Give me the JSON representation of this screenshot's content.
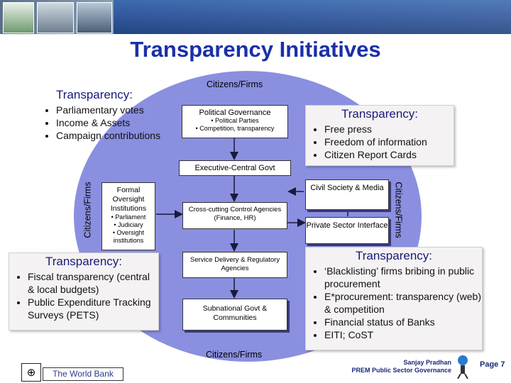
{
  "title": "Transparency Initiatives",
  "diagram": {
    "top_label": "Citizens/Firms",
    "bottom_label": "Citizens/Firms",
    "left_label": "Citizens/Firms",
    "right_label": "Citizens/Firms",
    "political": {
      "heading": "Political Governance",
      "lines": [
        "• Political Parties",
        "• Competition, transparency"
      ]
    },
    "executive": "Executive-Central Govt",
    "oversight": {
      "heading": "Formal Oversight Institutions",
      "lines": [
        "• Parliament",
        "• Judiciary",
        "• Oversight institutions"
      ]
    },
    "crosscutting": "Cross-cutting Control Agencies (Finance, HR)",
    "service": "Service Delivery & Regulatory Agencies",
    "subnational": "Subnational Govt & Communities",
    "civil": "Civil Society & Media",
    "private": "Private Sector Interface"
  },
  "panels": {
    "top_left": {
      "heading": "Transparency:",
      "items": [
        "Parliamentary votes",
        "Income & Assets",
        "Campaign contributions"
      ]
    },
    "top_right": {
      "heading": "Transparency:",
      "items": [
        "Free press",
        "Freedom of information",
        "Citizen Report Cards"
      ]
    },
    "bottom_left": {
      "heading": "Transparency:",
      "items": [
        "Fiscal transparency (central & local budgets)",
        "Public Expenditure Tracking Surveys (PETS)"
      ]
    },
    "bottom_right": {
      "heading": "Transparency:",
      "items": [
        "‘Blacklisting’ firms bribing in public procurement",
        "E*procurement: transparency (web) & competition",
        "Financial status of Banks",
        "EITI; CoST"
      ]
    }
  },
  "footer": {
    "org": "The World Bank",
    "author": "Sanjay Pradhan",
    "unit": "PREM Public Sector Governance",
    "page": "Page 7"
  },
  "colors": {
    "title": "#1a2fa8",
    "circle": "#8a8fe0",
    "banner": "#2a4e86"
  }
}
